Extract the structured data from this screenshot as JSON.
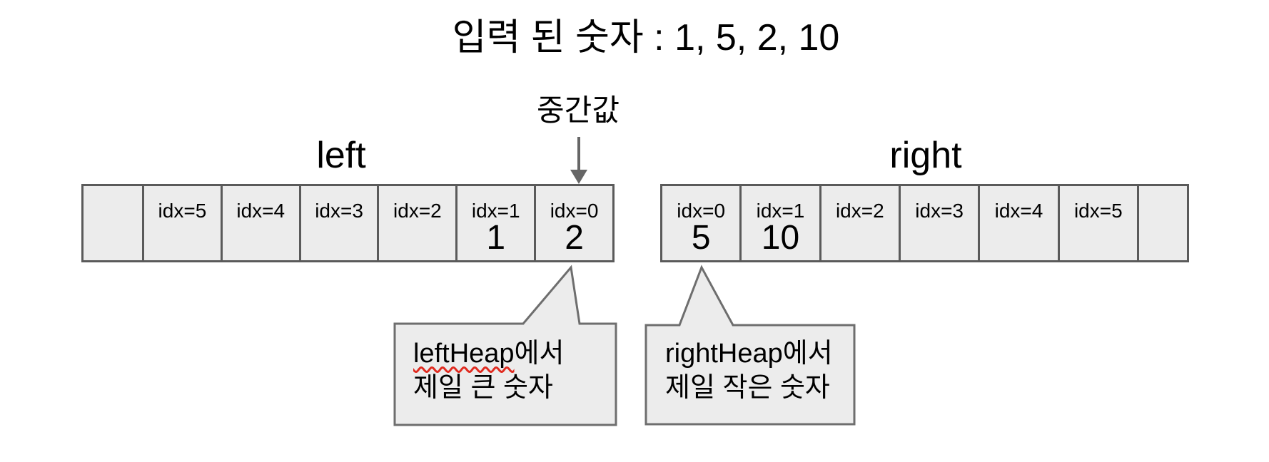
{
  "title": "입력 된 숫자 : 1, 5, 2, 10",
  "median_label": "중간값",
  "left_array": {
    "label": "left",
    "cells": [
      {
        "idx": "",
        "value": ""
      },
      {
        "idx": "idx=5",
        "value": ""
      },
      {
        "idx": "idx=4",
        "value": ""
      },
      {
        "idx": "idx=3",
        "value": ""
      },
      {
        "idx": "idx=2",
        "value": ""
      },
      {
        "idx": "idx=1",
        "value": "1"
      },
      {
        "idx": "idx=0",
        "value": "2"
      }
    ]
  },
  "right_array": {
    "label": "right",
    "cells": [
      {
        "idx": "idx=0",
        "value": "5"
      },
      {
        "idx": "idx=1",
        "value": "10"
      },
      {
        "idx": "idx=2",
        "value": ""
      },
      {
        "idx": "idx=3",
        "value": ""
      },
      {
        "idx": "idx=4",
        "value": ""
      },
      {
        "idx": "idx=5",
        "value": ""
      },
      {
        "idx": "",
        "value": ""
      }
    ]
  },
  "callouts": {
    "left": {
      "underlined": "leftHeap",
      "line1_rest": "에서",
      "line2": "제일 큰 숫자"
    },
    "right": {
      "line1": "rightHeap에서",
      "line2": "제일 작은 숫자"
    }
  },
  "colors": {
    "cell_fill": "#ececec",
    "array_border": "#5a5a5a",
    "callout_border": "#6e6e6e",
    "arrow": "#666666",
    "squiggle": "#e02b20"
  }
}
